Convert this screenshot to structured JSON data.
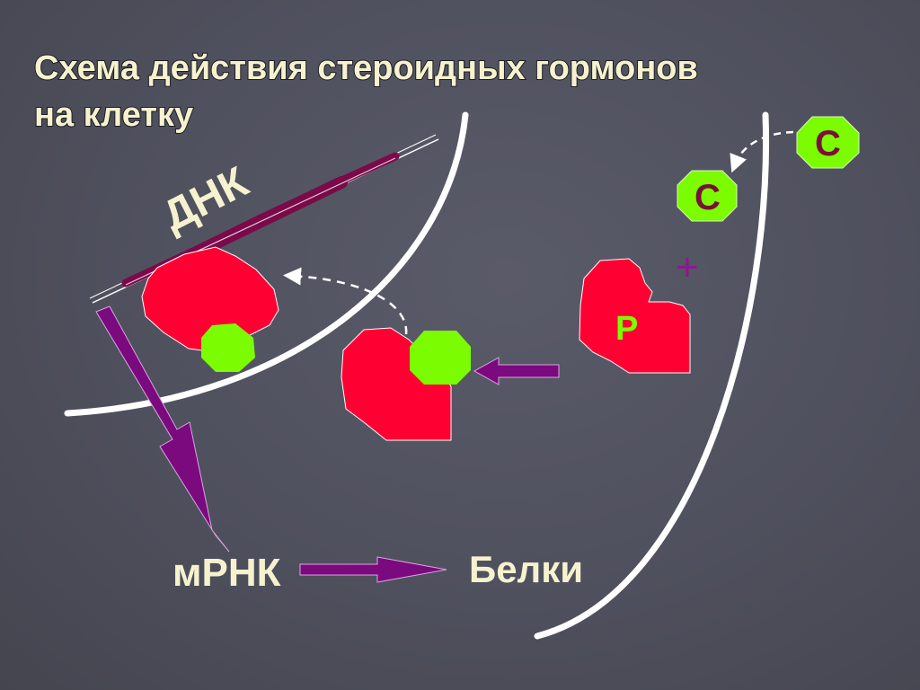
{
  "slide": {
    "title_line1": "Схема действия стероидных гормонов",
    "title_line2": "на клетку",
    "dna_label": "ДНК",
    "mrna_label": "мРНК",
    "proteins_label": "Белки",
    "hormone_outside_label": "С",
    "hormone_inside_label": "С",
    "receptor_label": "Р",
    "plus_sign": "+"
  },
  "colors": {
    "background": "#4f505d",
    "title_text": "#f6f2cf",
    "membrane": "#ffffff",
    "receptor": "#ff0033",
    "hormone": "#7cfc00",
    "hormone_text": "#7a0f3a",
    "arrow": "#7b0a7e",
    "dna": "#7a0a4a"
  }
}
